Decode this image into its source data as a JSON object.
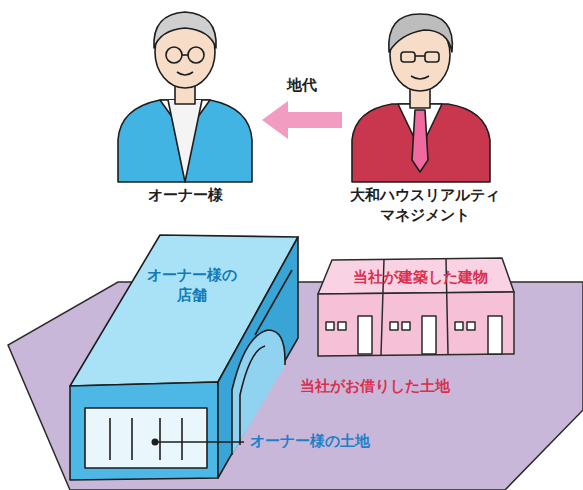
{
  "diagram": {
    "nodes": [
      {
        "text": [
          "オーナー様"
        ]
      },
      {
        "text": [
          "大和ハウスリアルティ マネジメント"
        ]
      },
      {
        "text": [
          "当社がお借りした土地"
        ]
      },
      {
        "text": [
          "オーナー様の 店舗"
        ],
        "in": 2
      },
      {
        "text": [
          "当社が建築した建物"
        ],
        "in": 2
      }
    ],
    "edges": [
      {
        "from": 1,
        "to": 0,
        "label": "地代",
        "arrow": "to"
      }
    ],
    "labels": [
      "オーナー様の土地"
    ]
  }
}
